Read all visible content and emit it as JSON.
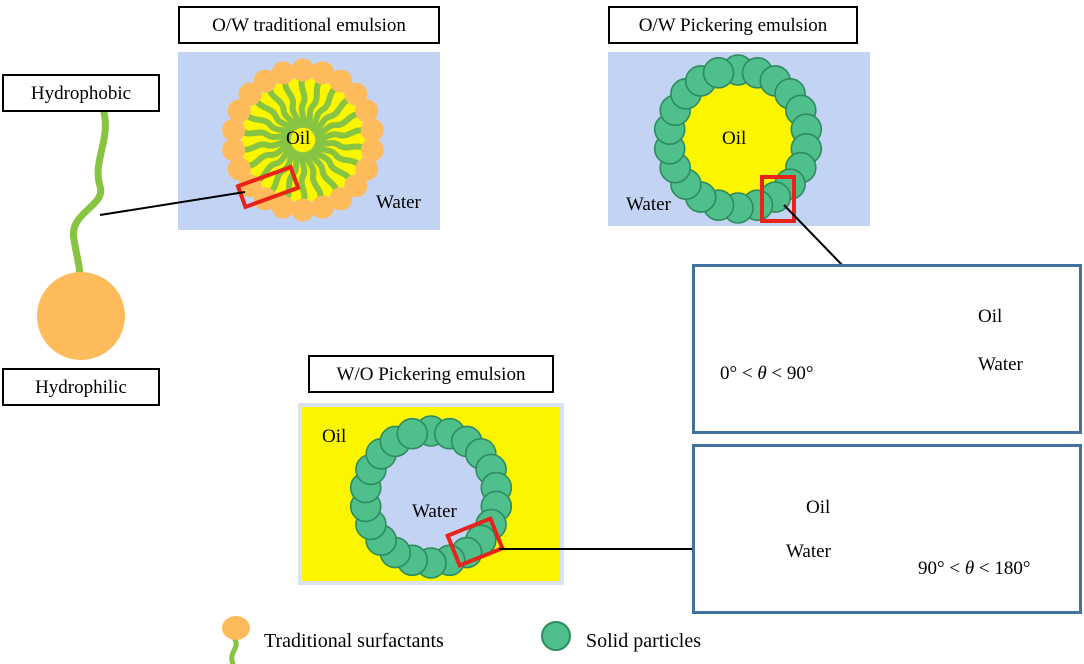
{
  "figure": {
    "panels": [
      {
        "id": "ow-traditional",
        "title": "O/W traditional emulsion",
        "inner_phase": "Oil",
        "outer_phase": "Water"
      },
      {
        "id": "ow-pickering",
        "title": "O/W Pickering emulsion",
        "inner_phase": "Oil",
        "outer_phase": "Water"
      },
      {
        "id": "wo-pickering",
        "title": "W/O Pickering emulsion",
        "inner_phase": "Water",
        "outer_phase": "Oil"
      }
    ],
    "surfactant_schematic": {
      "hydrophobic_label": "Hydrophobic",
      "hydrophilic_label": "Hydrophilic"
    },
    "detail_boxes": [
      {
        "id": "contact-angle-low",
        "angle_prefix": "0° < ",
        "theta": "θ",
        "angle_suffix": " < 90°",
        "upper_phase": "Oil",
        "lower_phase": "Water"
      },
      {
        "id": "contact-angle-high",
        "angle_prefix": "90° < ",
        "theta": "θ",
        "angle_suffix": " < 180°",
        "upper_phase": "Oil",
        "lower_phase": "Water"
      }
    ],
    "legend": [
      {
        "id": "legend-surfactant",
        "label": "Traditional surfactants",
        "marker": "surfactant-icon"
      },
      {
        "id": "legend-particle",
        "label": "Solid particles",
        "marker": "particle-icon"
      }
    ],
    "colors": {
      "water": "#c3d3f4",
      "oil": "#fcf500",
      "particle_fill": "#4fbf8b",
      "particle_stroke": "#2e8b5f",
      "surfactant_head": "#febb5c",
      "surfactant_tail": "#86c442",
      "highlight_box": "#e8231a",
      "detail_border": "#41719c",
      "interface_line": "#4a7fc1",
      "leader_line": "#000000",
      "caption_border": "#000000"
    }
  }
}
